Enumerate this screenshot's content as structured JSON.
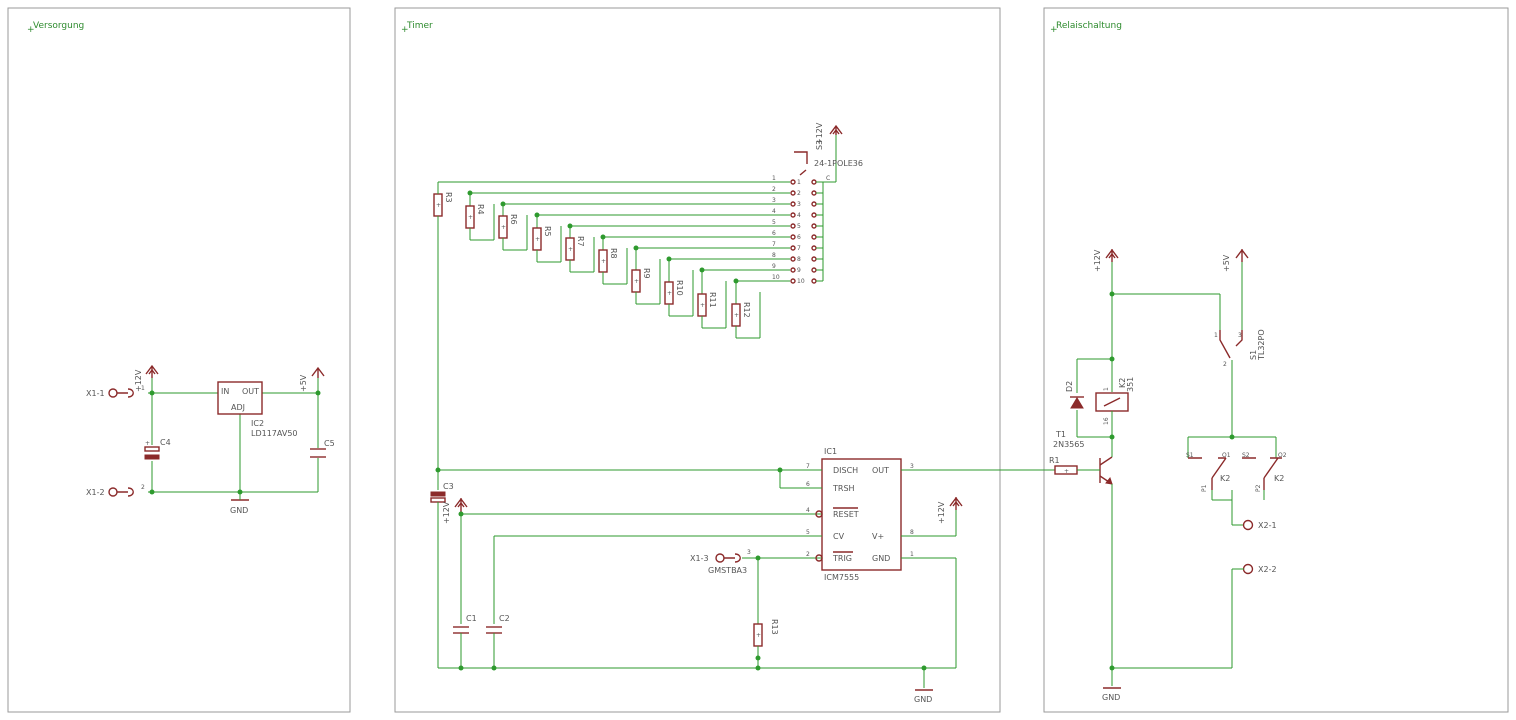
{
  "sections": {
    "versorgung": "Versorgung",
    "timer": "Timer",
    "relais": "Relaischaltung"
  },
  "supply": {
    "x1_1": "X1-1",
    "x1_2": "X1-2",
    "pin1": "1",
    "pin2": "2",
    "v12": "+12V",
    "v5": "+5V",
    "c4": "C4",
    "c5": "C5",
    "gnd": "GND",
    "ic2_in": "IN",
    "ic2_out": "OUT",
    "ic2_adj": "ADJ",
    "ic2_name": "IC2",
    "ic2_value": "LD117AV50"
  },
  "timer": {
    "switch_name": "S3",
    "switch_value": "24-1POLE36",
    "v12_top": "+12V",
    "common": "C",
    "resistors": [
      "R3",
      "R4",
      "R6",
      "R5",
      "R7",
      "R8",
      "R9",
      "R10",
      "R11",
      "R12"
    ],
    "positions": [
      "1",
      "2",
      "3",
      "4",
      "5",
      "6",
      "7",
      "8",
      "9",
      "10"
    ],
    "ic1_name": "IC1",
    "ic1_value": "ICM7555",
    "ic1_pins_left": [
      {
        "num": "7",
        "label": "DISCH"
      },
      {
        "num": "6",
        "label": "TRSH"
      },
      {
        "num": "4",
        "label": "RESET"
      },
      {
        "num": "5",
        "label": "CV"
      },
      {
        "num": "2",
        "label": "TRIG"
      }
    ],
    "ic1_pins_right": [
      {
        "num": "3",
        "label": "OUT"
      },
      {
        "num": "8",
        "label": "V+"
      },
      {
        "num": "1",
        "label": "GND"
      }
    ],
    "c3": "C3",
    "c1": "C1",
    "c2": "C2",
    "r13": "R13",
    "v12_cap": "+12V",
    "v12_ic": "+12V",
    "x1_3": "X1-3",
    "x1_3_value": "GMSTBA3",
    "x1_3_pin": "3",
    "gnd": "GND"
  },
  "relay": {
    "v12": "+12V",
    "v5": "+5V",
    "s1": "S1",
    "s1_value": "TL32PO",
    "s1_p1": "1",
    "s1_p2": "2",
    "s1_p3": "3",
    "k2": "K2",
    "k2_value": "351",
    "k2_p1": "1",
    "k2_p16": "16",
    "d2": "D2",
    "t1": "T1",
    "t1_value": "2N3565",
    "r1": "R1",
    "contacts": {
      "s1": "S1",
      "o1": "O1",
      "s2": "S2",
      "o2": "O2",
      "p1": "P1",
      "p2": "P2",
      "k2a": "K2",
      "k2b": "K2"
    },
    "x2_1": "X2-1",
    "x2_2": "X2-2",
    "gnd": "GND"
  }
}
